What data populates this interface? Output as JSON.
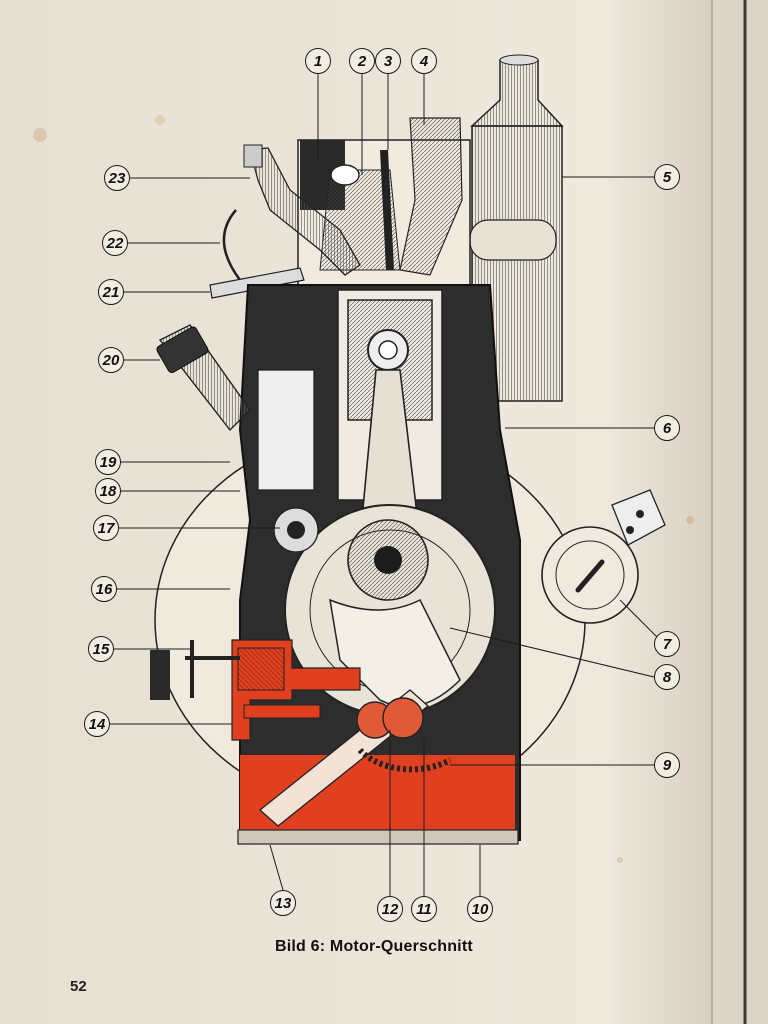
{
  "figure": {
    "caption": "Bild 6: Motor-Querschnitt",
    "page_number": "52",
    "callouts": [
      "1",
      "2",
      "3",
      "4",
      "5",
      "6",
      "7",
      "8",
      "9",
      "10",
      "11",
      "12",
      "13",
      "14",
      "15",
      "16",
      "17",
      "18",
      "19",
      "20",
      "21",
      "22",
      "23"
    ]
  },
  "colors": {
    "paper": "#ece6da",
    "ink": "#1c1c1c",
    "oil_red": "#e0401f",
    "dark_fill": "#2a2a2a"
  }
}
